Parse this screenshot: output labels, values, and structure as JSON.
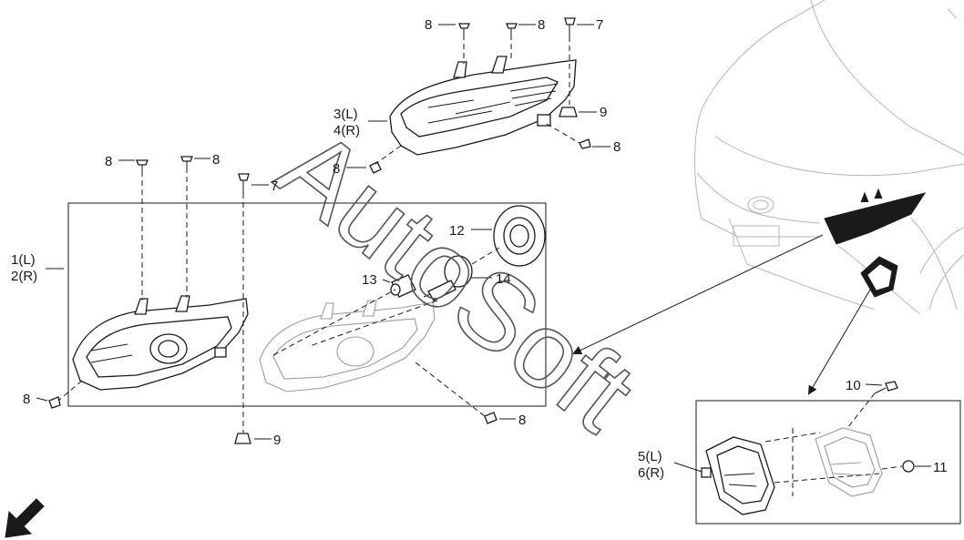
{
  "watermark": "AutoSoft",
  "callouts": {
    "c1": "1(L)",
    "c2": "2(R)",
    "c3": "3(L)",
    "c4": "4(R)",
    "c5": "5(L)",
    "c6": "6(R)",
    "c7": "7",
    "c8": "8",
    "c9": "9",
    "c10": "10",
    "c11": "11",
    "c12": "12",
    "c13": "13",
    "c14": "14"
  }
}
